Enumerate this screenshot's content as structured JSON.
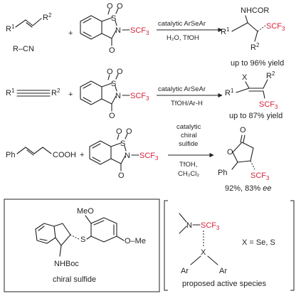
{
  "reaction1": {
    "alkene_r1": "R",
    "alkene_r2": "R",
    "nitrile": "R–CN",
    "plus": "+",
    "reagent": {
      "o1": "O",
      "o2": "O",
      "s": "S",
      "n": "N",
      "o3": "O",
      "scf3": "SCF"
    },
    "catalyst": "catalytic ArSeAr",
    "conditions": "H₂O, TfOH",
    "product": {
      "nhcor": "NHCOR",
      "r1": "R",
      "r2": "R",
      "scf3": "SCF"
    },
    "yield": "up to 96% yield"
  },
  "reaction2": {
    "alkyne_r1": "R",
    "alkyne_r2": "R",
    "plus": "+",
    "catalyst": "catalytic ArSeAr",
    "conditions": "TfOH/Ar-H",
    "product": {
      "x": "X",
      "r1": "R",
      "r2": "R",
      "scf3": "SCF"
    },
    "yield": "up to 87% yield"
  },
  "reaction3": {
    "substrate_ph": "Ph",
    "substrate_acid": "COOH",
    "plus": "+",
    "catalyst_line1": "catalytic",
    "catalyst_line2": "chiral",
    "catalyst_line3": "sulfide",
    "conditions_line1": "TfOH,",
    "conditions_line2": "CH₂Cl₂",
    "product": {
      "o": "O",
      "o_ring": "O",
      "ph": "Ph",
      "scf3": "SCF"
    },
    "yield": "92%, 83% ee",
    "yield_main": "92%, 83% ",
    "yield_ee": "ee"
  },
  "chiral_sulfide": {
    "meo": "MeO",
    "ome": "O–Me",
    "s": "S",
    "nhboc": "NHBoc",
    "caption": "chiral sulfide"
  },
  "active_species": {
    "n": "N",
    "scf3": "SCF",
    "x": "X",
    "ar_left": "Ar",
    "ar_right": "Ar",
    "x_def": "X = Se, S",
    "caption": "proposed active species"
  },
  "subscripts": {
    "one": "1",
    "two": "2",
    "three": "3"
  },
  "colors": {
    "accent": "#d7223b",
    "ink": "#231f20"
  }
}
